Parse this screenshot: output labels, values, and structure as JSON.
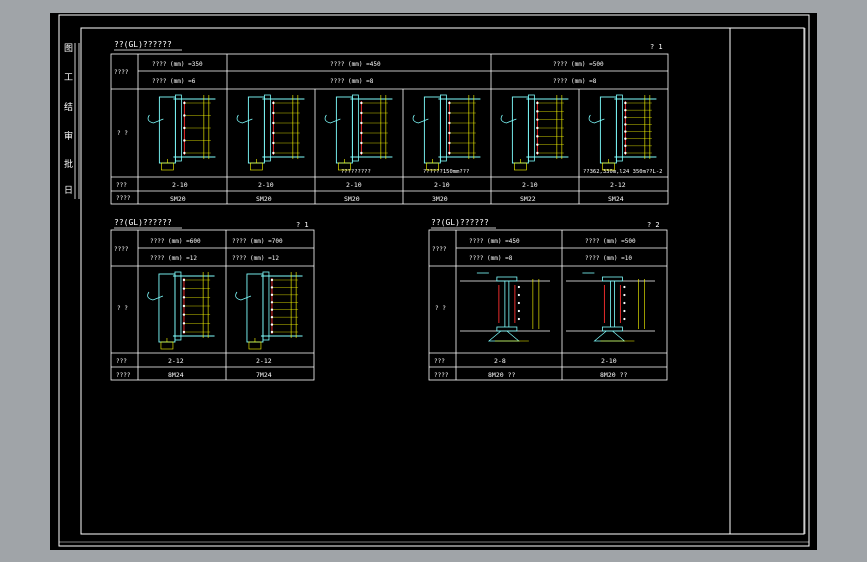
{
  "colors": {
    "background": "#000000",
    "frame": "#ffffff",
    "steel": "#7fffff",
    "dimension": "#ffff00",
    "bolt_row": "#ff3030",
    "text": "#ffffff"
  },
  "side_labels": [
    "图",
    "工",
    "结",
    "审",
    "批",
    "日"
  ],
  "table1": {
    "title": "??(GL)??????",
    "number": "? 1",
    "row_header_depth": "????",
    "row_header_node": "? ?",
    "row_header_bolt": "???",
    "row_header_spec": "????",
    "groups": [
      {
        "depth": "???? (mm) =350",
        "thickness": "???? (mm) =6"
      },
      {
        "depth": "???? (mm) =450",
        "thickness": "???? (mm) =8"
      },
      {
        "depth": "???? (mm) =500",
        "thickness": "???? (mm) =8"
      }
    ],
    "notes": [
      "",
      "",
      "?????????",
      "??????150mm???",
      "",
      "??362,330m,l24 350m??L-2"
    ],
    "bolts": [
      "2-10",
      "2-10",
      "2-10",
      "2-10",
      "2-10",
      "2-12"
    ],
    "specs": [
      "SM20",
      "SM20",
      "SM20",
      "3M20",
      "SM22",
      "SM24"
    ]
  },
  "table2": {
    "title": "??(GL)??????",
    "number": "? 1",
    "row_header_depth": "????",
    "row_header_node": "? ?",
    "row_header_bolt": "???",
    "row_header_spec": "????",
    "columns": [
      {
        "depth": "???? (mm) =600",
        "thickness": "???? (mm) =12"
      },
      {
        "depth": "???? (mm) =700",
        "thickness": "???? (mm) =12"
      }
    ],
    "bolts": [
      "2-12",
      "2-12"
    ],
    "specs": [
      "8M24",
      "7M24"
    ]
  },
  "table3": {
    "title": "??(GL)??????",
    "number": "? 2",
    "row_header_depth": "????",
    "row_header_node": "? ?",
    "row_header_bolt": "???",
    "row_header_spec": "????",
    "columns": [
      {
        "depth": "???? (mm) =450",
        "thickness": "???? (mm) =8"
      },
      {
        "depth": "???? (mm) =500",
        "thickness": "???? (mm) =10"
      }
    ],
    "bolts": [
      "2-8",
      "2-10"
    ],
    "specs": [
      "8M20   ??",
      "8M20   ??"
    ]
  }
}
